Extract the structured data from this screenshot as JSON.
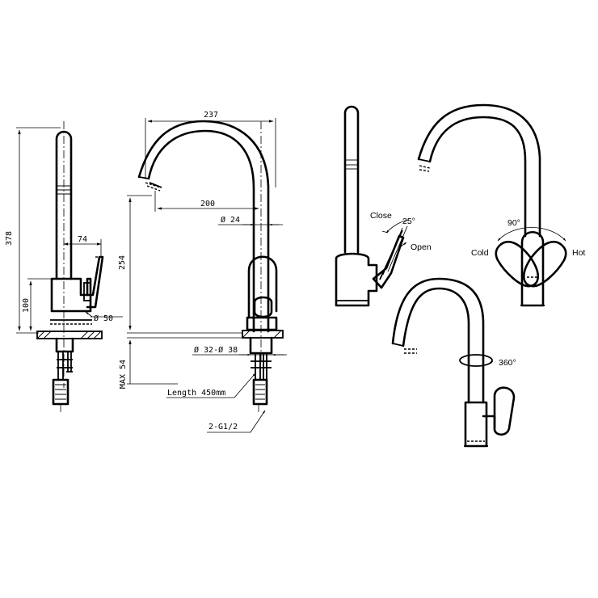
{
  "dimensions": {
    "overall_height": "378",
    "base_height": "100",
    "handle_offset": "74",
    "body_diameter": "Ø 50",
    "spout_reach_total": "237",
    "spout_reach": "200",
    "spout_tip_diameter": "Ø 24",
    "body_height": "254",
    "hole_diameter": "Ø 32-Ø 38",
    "max_deck_thickness": "MAX 54"
  },
  "hose": {
    "length_label": "Length 450mm",
    "thread_label": "2-G1/2"
  },
  "operation": {
    "close_label": "Close",
    "open_label": "Open",
    "lever_angle": "25°",
    "cold_label": "Cold",
    "hot_label": "Hot",
    "mix_angle": "90°",
    "swivel_angle": "360°"
  }
}
